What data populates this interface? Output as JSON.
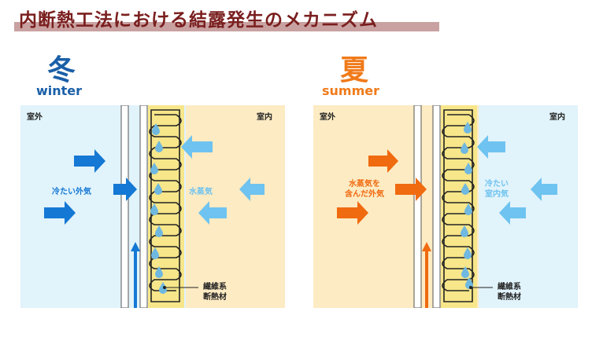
{
  "title": "内断熱工法における結露発生のメカニズム",
  "winter": {
    "kanji": "冬",
    "english": "winter",
    "outdoor_label": "室外",
    "indoor_label": "室内",
    "outdoor_air_label": "冷たい外気",
    "indoor_air_label": "水蒸気",
    "insulation_label_1": "繊維系",
    "insulation_label_2": "断熱材",
    "accent_color": "#1a5fa8",
    "outdoor_bg": "#e1f3fb",
    "indoor_bg": "#fdebc3"
  },
  "summer": {
    "kanji": "夏",
    "english": "summer",
    "outdoor_label": "室外",
    "indoor_label": "室内",
    "outdoor_air_label_1": "水蒸気を",
    "outdoor_air_label_2": "含んだ外気",
    "indoor_air_label_1": "冷たい",
    "indoor_air_label_2": "室内気",
    "insulation_label_1": "繊維系",
    "insulation_label_2": "断熱材",
    "accent_color": "#f07a1a",
    "outdoor_bg": "#fdebc3",
    "indoor_bg": "#e1f3fb"
  },
  "colors": {
    "blue_arrow": "#1478d4",
    "light_blue_arrow": "#6ec3f0",
    "orange_arrow": "#f06a10",
    "insulation_fill": "#f7e68a",
    "droplet": "#6fb8e0"
  }
}
